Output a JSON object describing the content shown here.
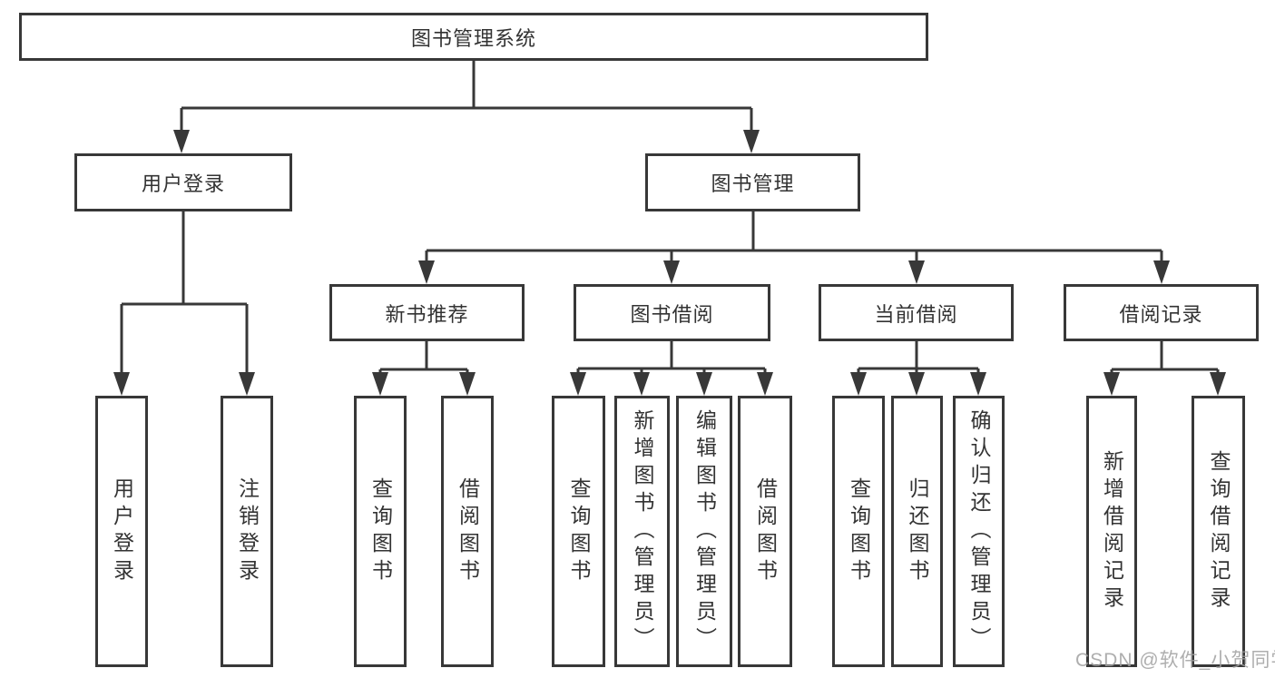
{
  "nodes": {
    "root": "图书管理系统",
    "user_login": {
      "label": "用户登录",
      "children": {
        "login": "用户登录",
        "logout": "注销登录"
      }
    },
    "book_mgmt": {
      "label": "图书管理",
      "children": {
        "new_book": {
          "label": "新书推荐",
          "children": {
            "query": "查询图书",
            "borrow": "借阅图书"
          }
        },
        "borrowing": {
          "label": "图书借阅",
          "children": {
            "query": "查询图书",
            "add": "新增图书（管理员）",
            "edit": "编辑图书（管理员）",
            "borrow": "借阅图书"
          }
        },
        "current": {
          "label": "当前借阅",
          "children": {
            "query": "查询图书",
            "return": "归还图书",
            "confirm": "确认归还（管理员）"
          }
        },
        "records": {
          "label": "借阅记录",
          "children": {
            "add": "新增借阅记录",
            "query": "查询借阅记录"
          }
        }
      }
    }
  },
  "watermark": "CSDN @软件_小贺同学",
  "colors": {
    "line": "#383838",
    "text": "#333333",
    "background": "#ffffff",
    "watermark": "#a0a0a0"
  }
}
